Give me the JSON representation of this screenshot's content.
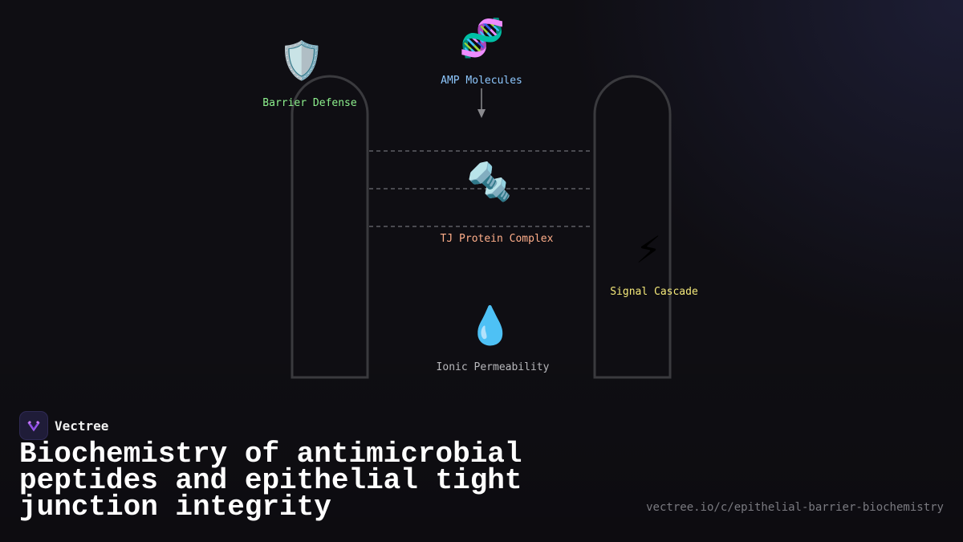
{
  "diagram": {
    "nodes": [
      {
        "id": "barrier",
        "icon": "shield-icon",
        "glyph": "🛡️",
        "label": "Barrier Defense",
        "color": "#8df08d"
      },
      {
        "id": "amp",
        "icon": "dna-icon",
        "glyph": "🧬",
        "label": "AMP Molecules",
        "color": "#8ec8ff"
      },
      {
        "id": "tj",
        "icon": "nut-and-bolt-icon",
        "glyph": "🔩",
        "label": "TJ Protein Complex",
        "color": "#ffae8a"
      },
      {
        "id": "signal",
        "icon": "lightning-icon",
        "glyph": "⚡",
        "label": "Signal Cascade",
        "color": "#f5e97a"
      },
      {
        "id": "ionic",
        "icon": "droplet-icon",
        "glyph": "💧",
        "label": "Ionic Permeability",
        "color": "#b8b8bc"
      }
    ]
  },
  "brand": {
    "name": "Vectree"
  },
  "title": "Biochemistry of antimicrobial peptides and epithelial tight junction integrity",
  "url": "vectree.io/c/epithelial-barrier-biochemistry"
}
